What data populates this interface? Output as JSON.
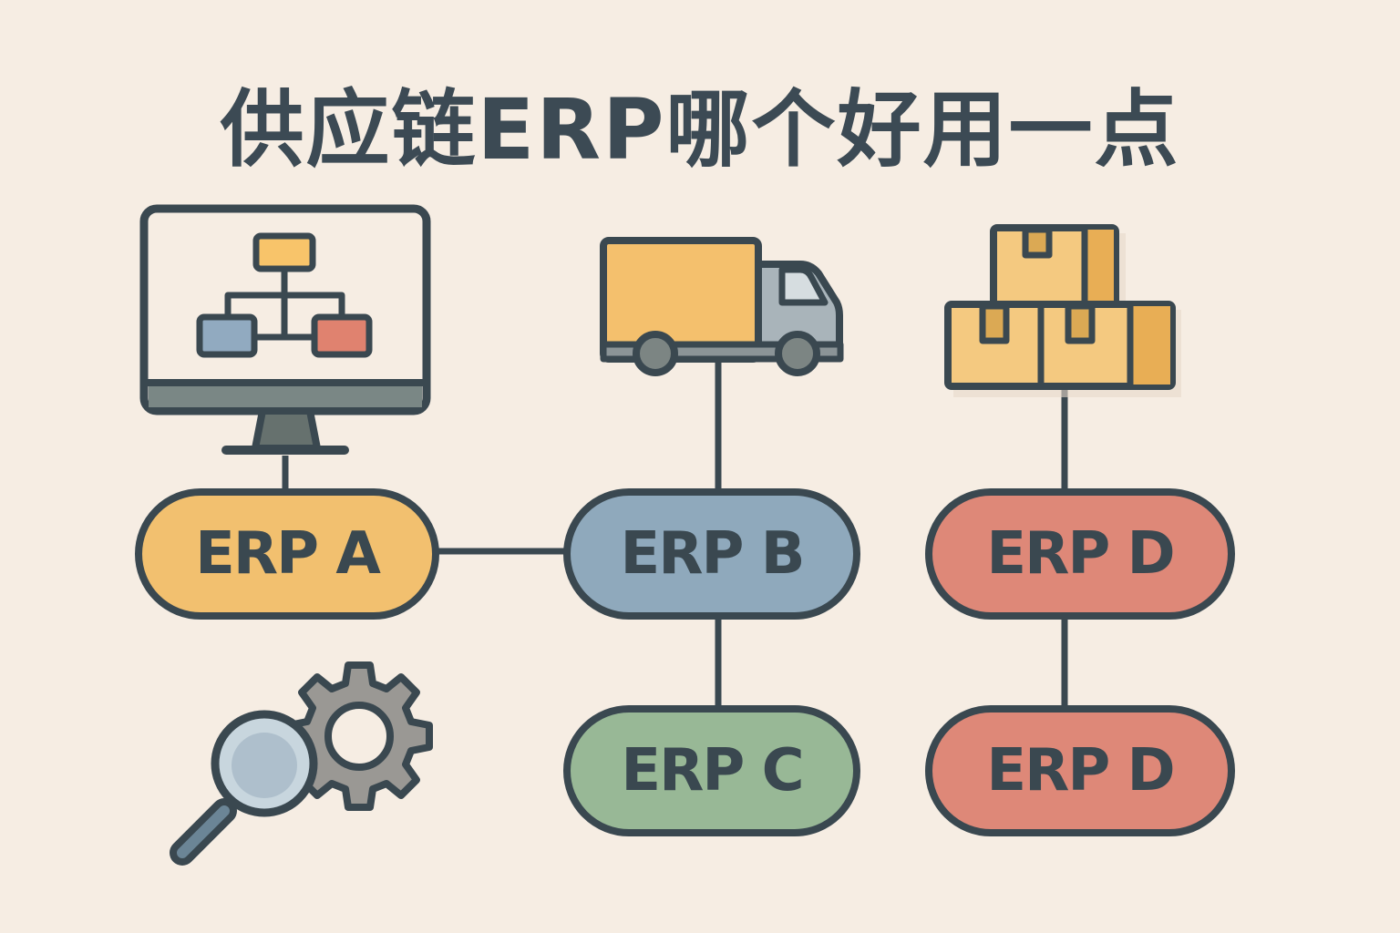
{
  "title": "供应链ERP哪个好用一点",
  "colors": {
    "background": "#f6ede3",
    "outline": "#3a4850",
    "erp_a": "#f2c06f",
    "erp_b": "#8fa9bc",
    "erp_c": "#98b896",
    "erp_d": "#de8878"
  },
  "nodes": [
    {
      "id": "erp-a",
      "label": "ERP A"
    },
    {
      "id": "erp-b",
      "label": "ERP B"
    },
    {
      "id": "erp-c",
      "label": "ERP C"
    },
    {
      "id": "erp-d-top",
      "label": "ERP D"
    },
    {
      "id": "erp-d-bottom",
      "label": "ERP D"
    }
  ],
  "icons": [
    "monitor-org-chart-icon",
    "delivery-truck-icon",
    "stacked-boxes-icon",
    "magnifier-gear-icon"
  ],
  "connections": [
    {
      "from": "monitor-org-chart-icon",
      "to": "erp-a"
    },
    {
      "from": "erp-a",
      "to": "erp-b"
    },
    {
      "from": "delivery-truck-icon",
      "to": "erp-b"
    },
    {
      "from": "erp-b",
      "to": "erp-c"
    },
    {
      "from": "stacked-boxes-icon",
      "to": "erp-d-top"
    },
    {
      "from": "erp-d-top",
      "to": "erp-d-bottom"
    }
  ]
}
